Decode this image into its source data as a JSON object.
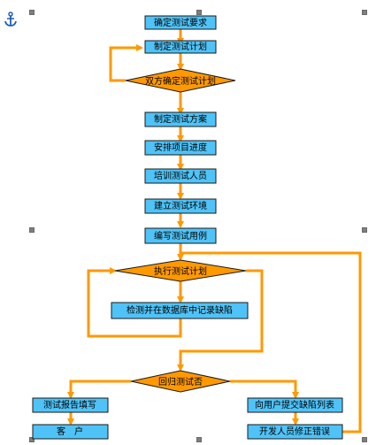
{
  "colors": {
    "box_fill": "#4fc3f7",
    "box_stroke": "#1a1a1a",
    "diamond_fill": "#ff9900",
    "arrow": "#ff9900",
    "handle": "#7f7f7f",
    "anchor": "#1f5fb5"
  },
  "icons": {
    "anchor": "anchor-icon"
  },
  "flow": {
    "steps": [
      "确定测试要求",
      "制定测试计划",
      "制定测试方案",
      "安排项目进度",
      "培训测试人员",
      "建立测试环境",
      "编写测试用例"
    ],
    "decision_confirm_plan": "双方确定测试计划",
    "decision_execute_plan": "执行测试计划",
    "record_defects": "检测并在数据库中记录缺陷",
    "decision_regression": "回归测试否",
    "fill_test_report": "测试报告填写",
    "customer": "客　户",
    "submit_defect_list": "向用户提交缺陷列表",
    "developer_fix": "开发人员修正错误"
  }
}
